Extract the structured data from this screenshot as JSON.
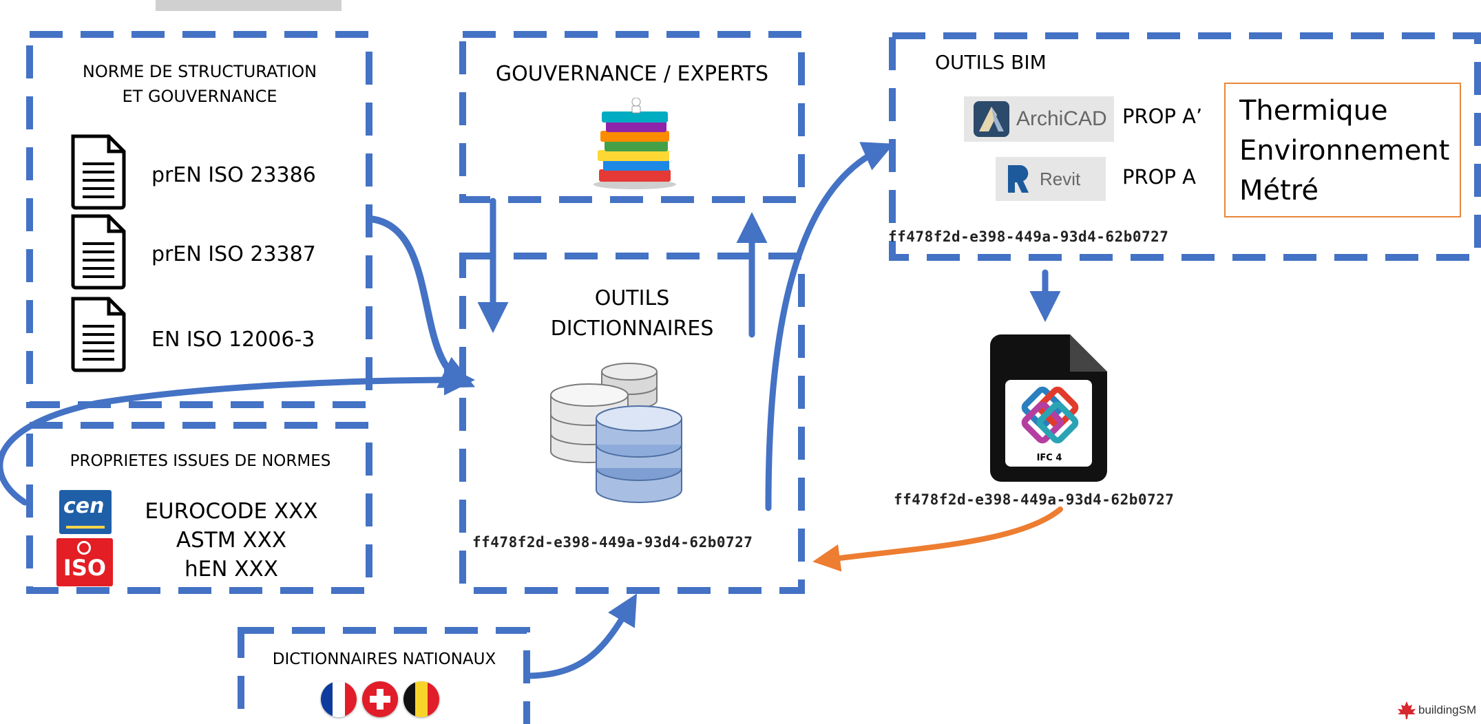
{
  "colors": {
    "blue": "#4472c4",
    "orange": "#ed7d31"
  },
  "norme": {
    "title_line1": "NORME DE STRUCTURATION",
    "title_line2": "ET GOUVERNANCE",
    "docs": [
      "prEN ISO 23386",
      "prEN ISO 23387",
      "EN ISO 12006-3"
    ],
    "doc_icon": "document-icon"
  },
  "gouvernance": {
    "title": "GOUVERNANCE / EXPERTS",
    "image": "stack-of-books-with-figure"
  },
  "outils_dict": {
    "title_line1": "OUTILS",
    "title_line2": "DICTIONNAIRES",
    "database_icon": "database-icon",
    "guid": "ff478f2d-e398-449a-93d4-62b0727"
  },
  "proprietes": {
    "title": "PROPRIETES ISSUES DE NORMES",
    "logos": [
      "cen-logo",
      "iso-logo"
    ],
    "cen_text": "cen",
    "iso_text": "ISO",
    "items": [
      "EUROCODE XXX",
      "ASTM XXX",
      "hEN XXX"
    ]
  },
  "dictionnaires_nationaux": {
    "title": "DICTIONNAIRES NATIONAUX",
    "flags": [
      "france-flag",
      "switzerland-flag",
      "belgium-flag"
    ]
  },
  "outils_bim": {
    "title": "OUTILS BIM",
    "archicad_logo": "ArchiCAD",
    "archicad_prop": "PROP A’",
    "revit_logo": "Revit",
    "revit_prop": "PROP A",
    "properties": [
      "Thermique",
      "Environnement",
      "Métré"
    ],
    "guid": "ff478f2d-e398-449a-93d4-62b0727"
  },
  "ifc": {
    "label": "IFC 4",
    "icon": "ifc-file-icon",
    "guid": "ff478f2d-e398-449a-93d4-62b0727"
  },
  "brand": {
    "text": "buildingSM",
    "logo": "buildingsmart-logo"
  }
}
